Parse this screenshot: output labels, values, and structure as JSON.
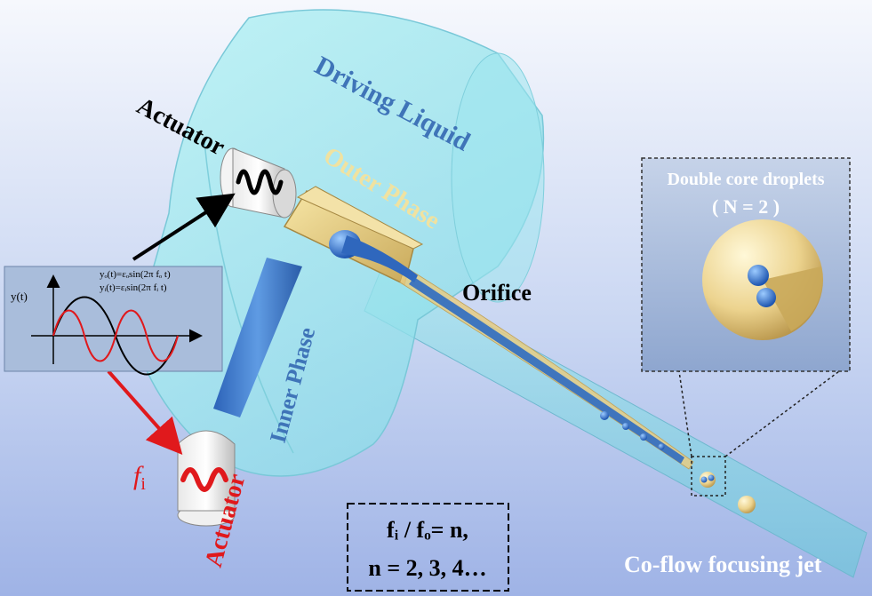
{
  "labels": {
    "driving_liquid": "Driving Liquid",
    "outer_phase": "Outer Phase",
    "inner_phase": "Inner Phase",
    "actuator_top": "Actuator",
    "actuator_bottom": "Actuator",
    "orifice": "Orifice",
    "co_flow": "Co-flow focusing jet",
    "f_i_symbol": "f",
    "f_i_subscript": "i"
  },
  "inset": {
    "title": "Double core droplets",
    "subtitle": "( N = 2 )"
  },
  "equation_box": {
    "line1": "fᵢ / fₒ= n,",
    "line2": "n = 2, 3, 4…"
  },
  "wave_panel": {
    "y_axis_label": "y(t)",
    "eq_outer": "yₒ(t)=εₒsin(2π fₒ t)",
    "eq_inner": "yᵢ(t)=εᵢsin(2π fᵢ t)"
  },
  "colors": {
    "driving_liquid_text": "#3f74b8",
    "outer_phase_text": "#f0e2a0",
    "inner_phase_text": "#3f74b8",
    "arrow_red": "#e0191c",
    "arrow_black": "#000000",
    "white_text": "#ffffff"
  }
}
